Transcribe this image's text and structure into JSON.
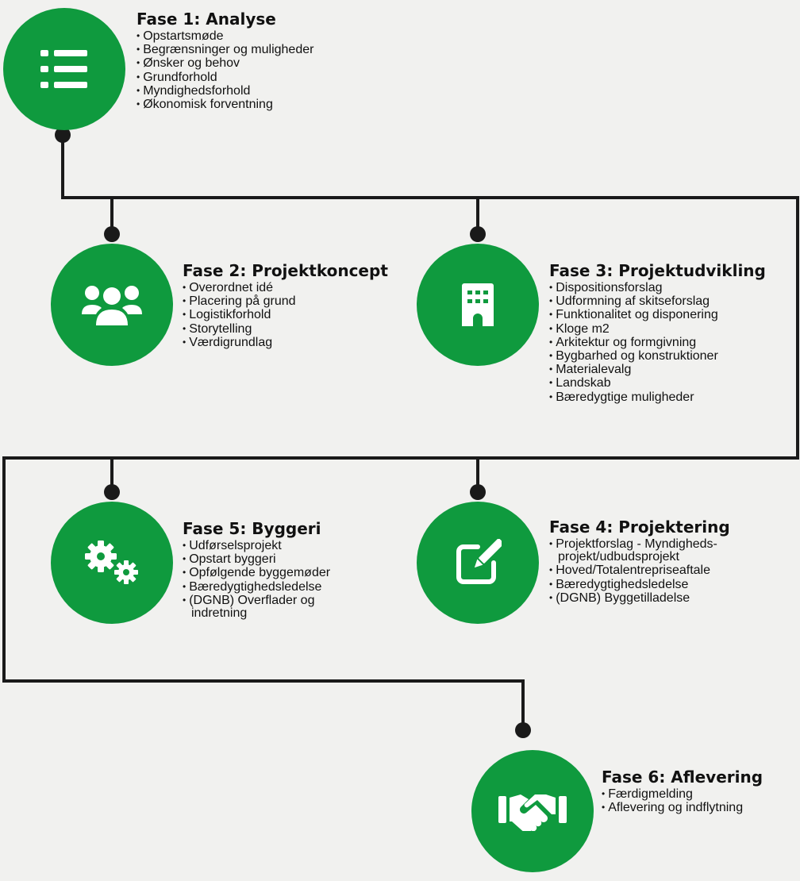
{
  "colors": {
    "accent": "#0f9a3e",
    "line": "#1a1a1a",
    "background": "#f1f1ef"
  },
  "phases": [
    {
      "title": "Fase 1: Analyse",
      "icon": "list-icon",
      "items": [
        "Opstartsmøde",
        "Begrænsninger og muligheder",
        "Ønsker og behov",
        "Grundforhold",
        "Myndighedsforhold",
        "Økonomisk forventning"
      ]
    },
    {
      "title": "Fase 2: Projektkoncept",
      "icon": "users-icon",
      "items": [
        "Overordnet idé",
        "Placering på grund",
        "Logistikforhold",
        "Storytelling",
        "Værdigrundlag"
      ]
    },
    {
      "title": "Fase 3: Projektudvikling",
      "icon": "building-icon",
      "items": [
        "Dispositionsforslag",
        "Udformning af skitseforslag",
        "Funktionalitet og disponering",
        "Kloge m2",
        "Arkitektur og formgivning",
        "Bygbarhed og konstruktioner",
        "Materialevalg",
        "Landskab",
        "Bæredygtige muligheder"
      ]
    },
    {
      "title": "Fase 4: Projektering",
      "icon": "edit-icon",
      "items": [
        "Projektforslag - Myndigheds-projekt/udbudsprojekt",
        "Hoved/Totalentrepriseaftale",
        "Bæredygtighedsledelse",
        "(DGNB) Byggetilladelse"
      ]
    },
    {
      "title": "Fase 5: Byggeri",
      "icon": "gears-icon",
      "items": [
        "Udførselsprojekt",
        "Opstart byggeri",
        "Opfølgende byggemøder",
        "Bæredygtighedsledelse",
        "(DGNB) Overflader og indretning"
      ]
    },
    {
      "title": "Fase 6: Aflevering",
      "icon": "handshake-icon",
      "items": [
        "Færdigmelding",
        "Aflevering og indflytning"
      ]
    }
  ]
}
